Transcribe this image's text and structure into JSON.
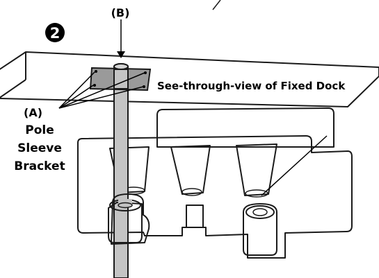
{
  "step_number": "2",
  "labels": {
    "b": "(B)",
    "a": "(A)",
    "bracket_line1": "Pole",
    "bracket_line2": "Sleeve",
    "bracket_line3": "Bracket",
    "dock_caption": "See-through-view of Fixed Dock"
  },
  "colors": {
    "line": "#1a1a1a",
    "fill": "#ffffff",
    "bracket_plate": "#9a9a9a",
    "pole": "#c4c4c4"
  }
}
